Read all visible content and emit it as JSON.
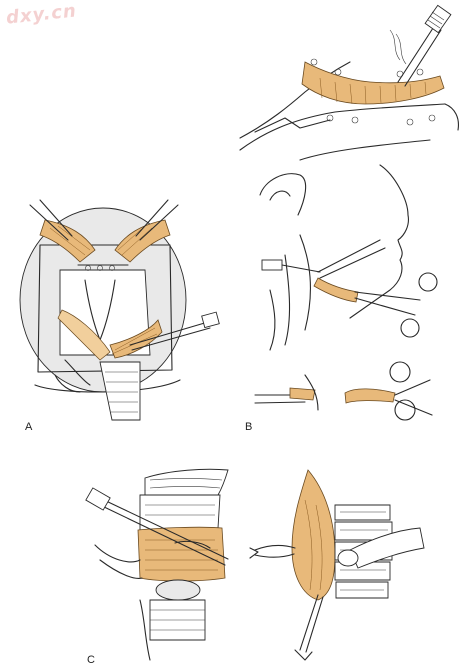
{
  "watermark": "dxy.cn",
  "panels": [
    {
      "label": "A"
    },
    {
      "label": "B"
    },
    {
      "label": "C"
    }
  ],
  "colors": {
    "tissue": "#e8b97a",
    "ink": "#2a2a2a",
    "watermark": "#f3c9c9"
  }
}
